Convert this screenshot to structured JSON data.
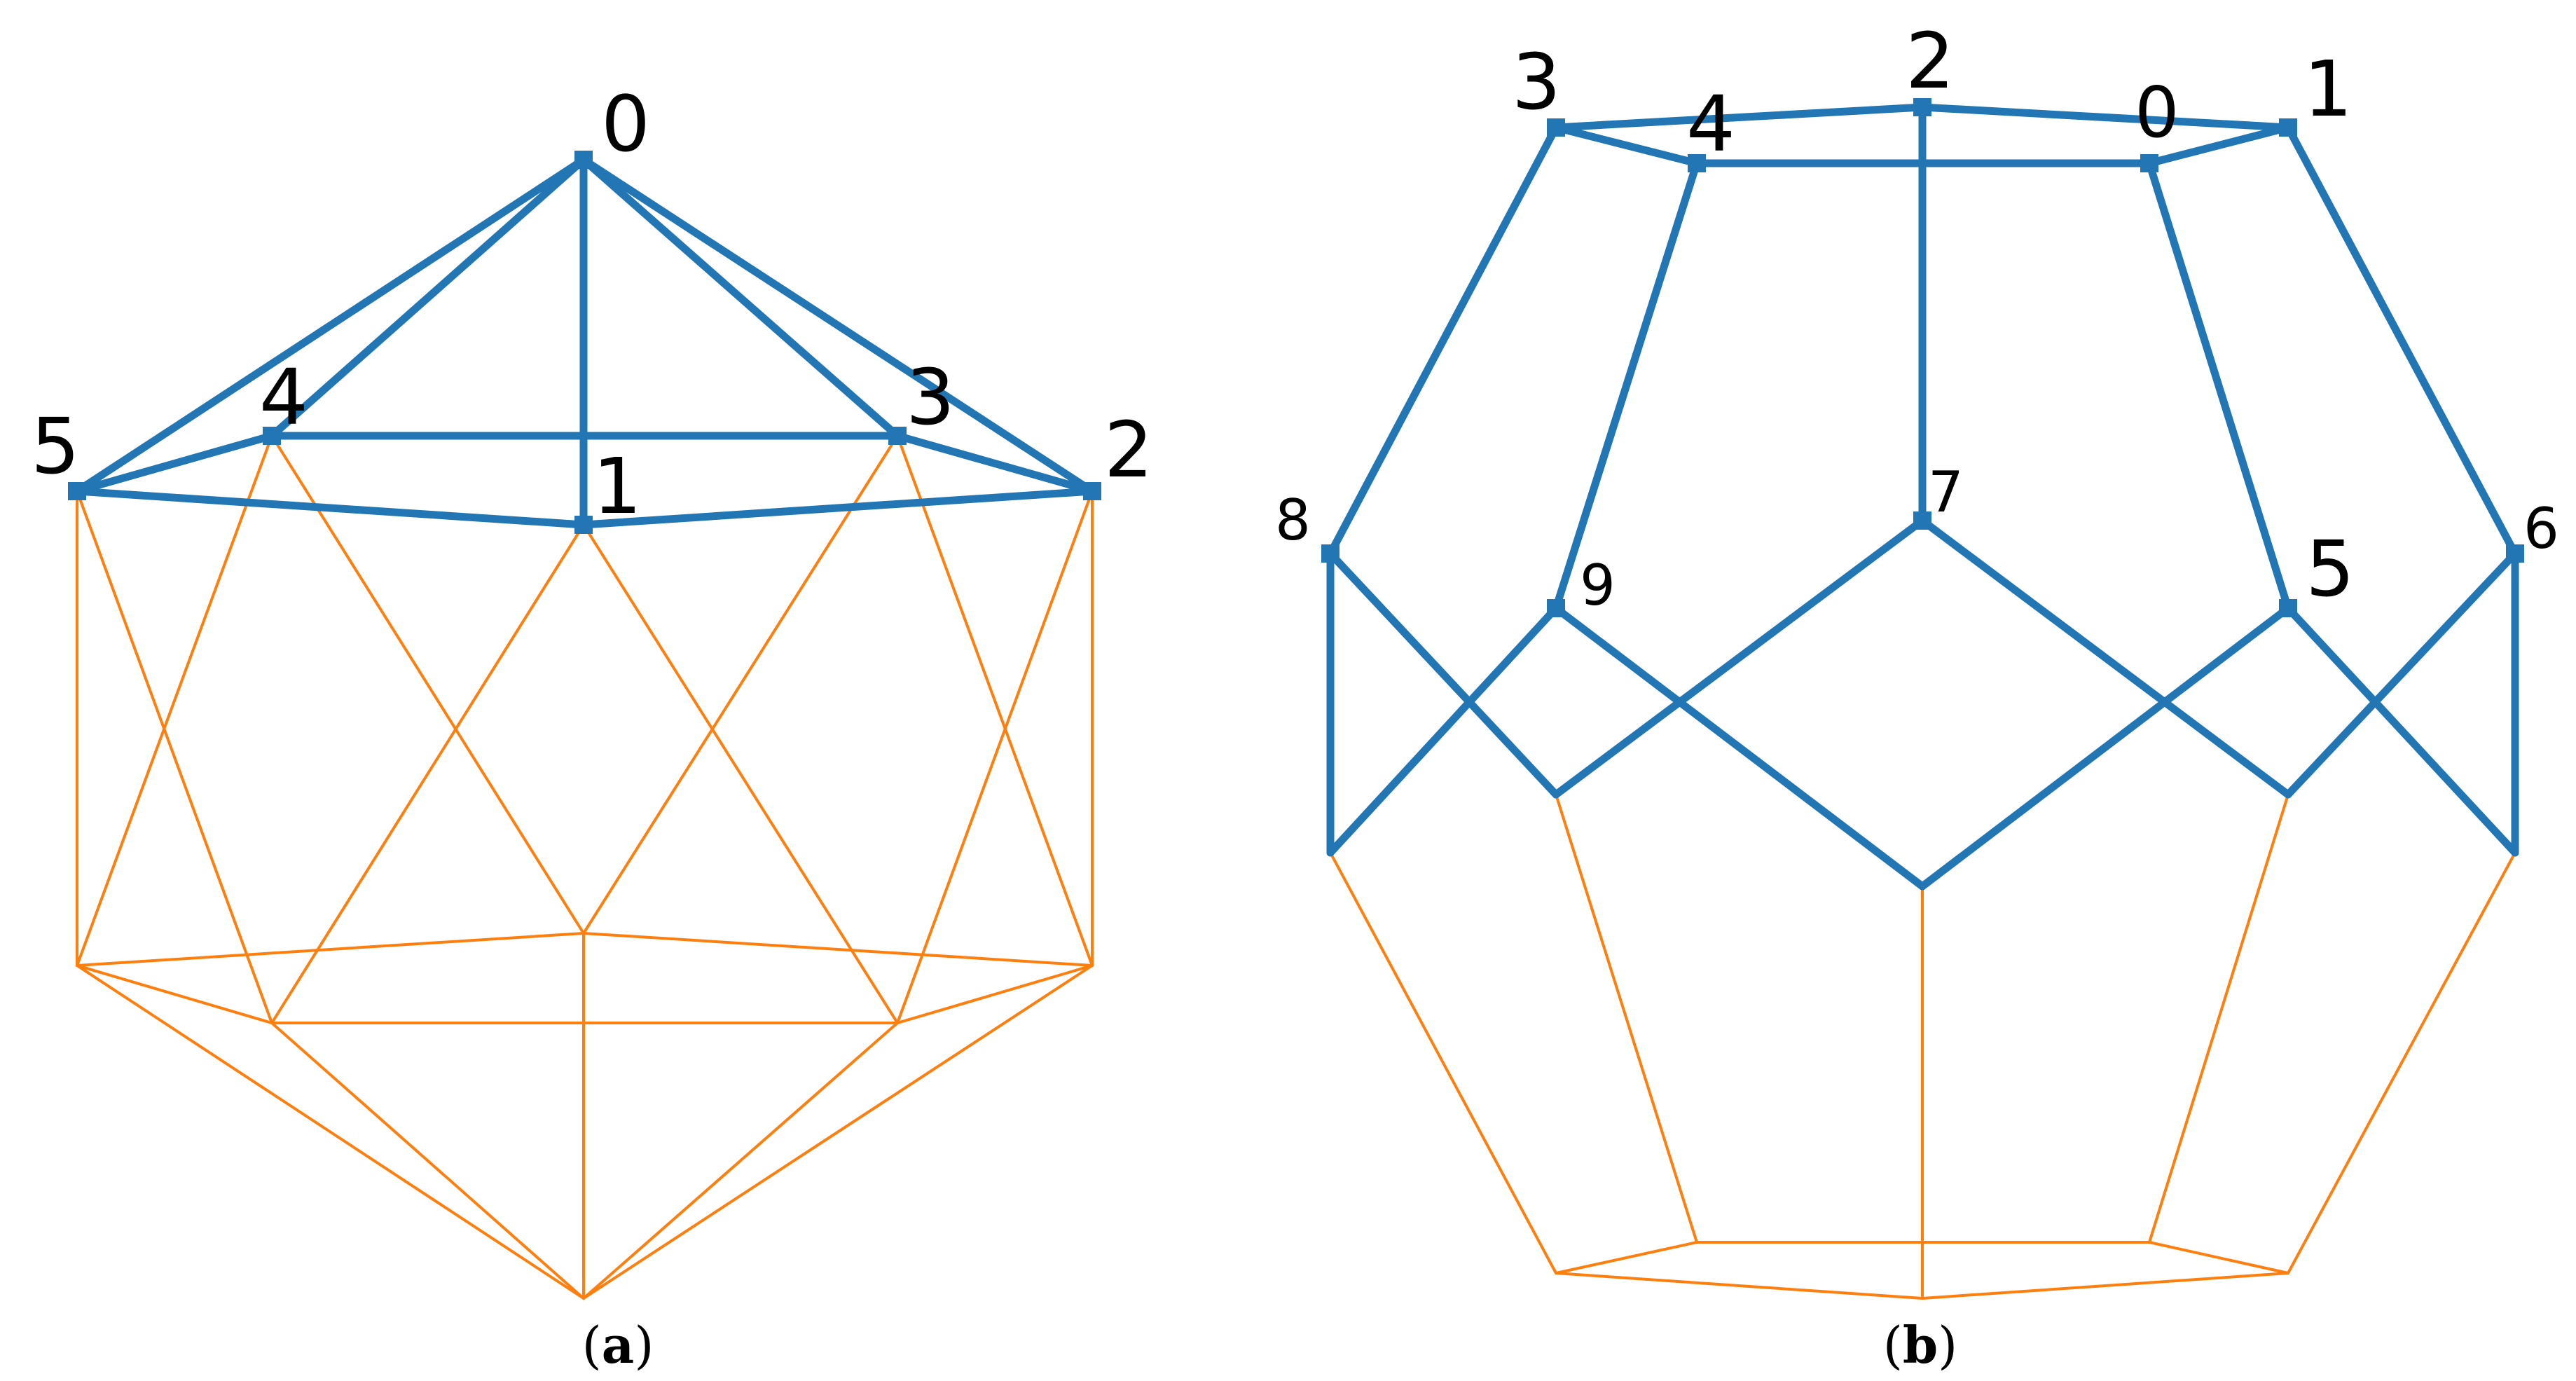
{
  "colors": {
    "highlight": "#2276b4",
    "hidden": "#ff7f0e",
    "text": "#000000"
  },
  "panels": [
    {
      "id": "a",
      "caption_open": "(",
      "caption_letter": "a",
      "caption_close": ")",
      "shape": "icosahedron",
      "labels": [
        "0",
        "1",
        "2",
        "3",
        "4",
        "5"
      ]
    },
    {
      "id": "b",
      "caption_open": "(",
      "caption_letter": "b",
      "caption_close": ")",
      "shape": "dodecahedron",
      "labels": [
        "0",
        "1",
        "2",
        "3",
        "4",
        "5",
        "6",
        "7",
        "8",
        "9"
      ]
    }
  ]
}
